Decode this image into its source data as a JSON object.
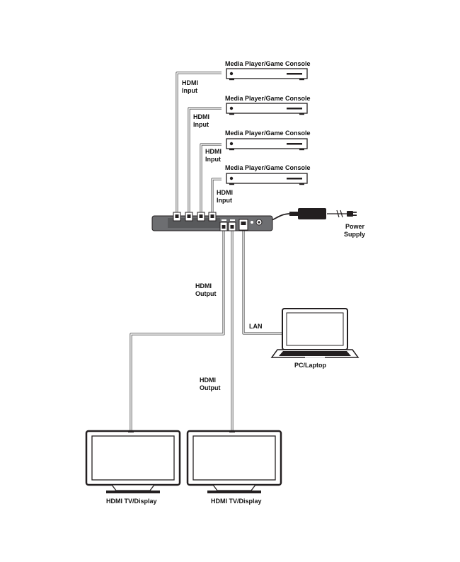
{
  "colors": {
    "device_body": "#6d6e71",
    "outline": "#231f20",
    "cable": "#555555",
    "screen": "#ffffff"
  },
  "sources": [
    {
      "label": "Media Player/Game Console",
      "cable_label": [
        "HDMI",
        "Input"
      ]
    },
    {
      "label": "Media Player/Game Console",
      "cable_label": [
        "HDMI",
        "Input"
      ]
    },
    {
      "label": "Media Player/Game Console",
      "cable_label": [
        "HDMI",
        "Input"
      ]
    },
    {
      "label": "Media Player/Game Console",
      "cable_label": [
        "HDMI",
        "Input"
      ]
    }
  ],
  "power": {
    "label": [
      "Power",
      "Supply"
    ],
    "icon": "power-adapter-icon"
  },
  "lan": {
    "label": "LAN"
  },
  "laptop": {
    "label": "PC/Laptop",
    "icon": "laptop-icon"
  },
  "outputs": [
    {
      "cable_label": [
        "HDMI",
        "Output"
      ],
      "display_label": "HDMI TV/Display"
    },
    {
      "cable_label": [
        "HDMI",
        "Output"
      ],
      "display_label": "HDMI TV/Display"
    }
  ]
}
